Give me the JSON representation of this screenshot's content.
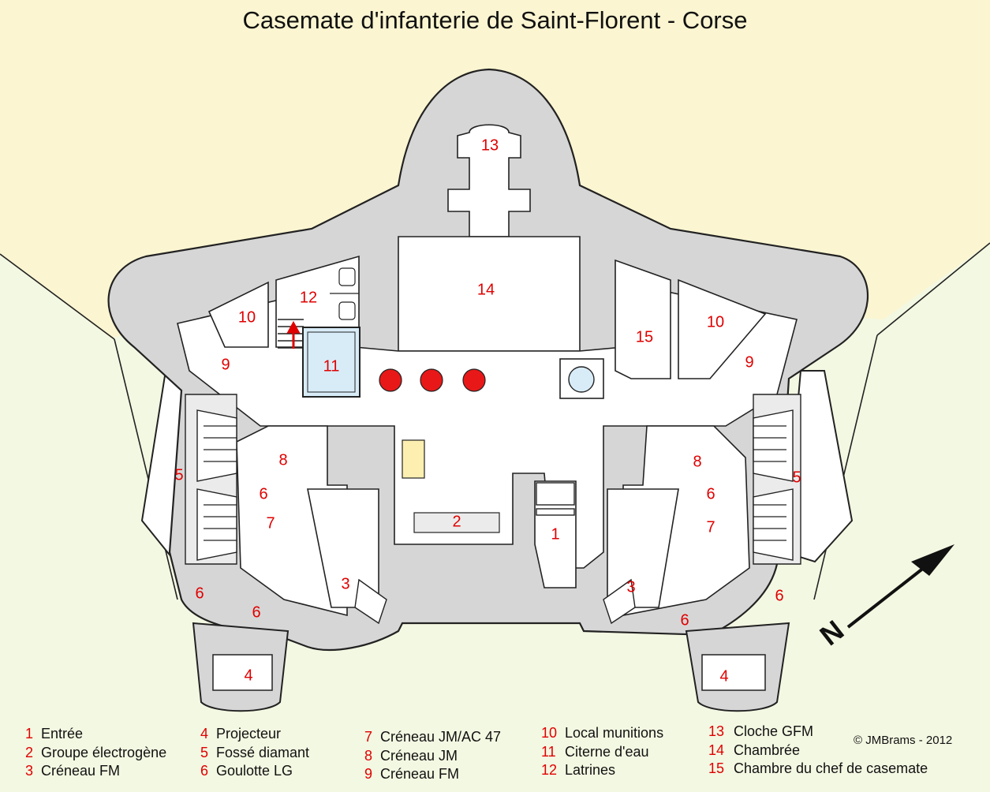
{
  "title": "Casemate d'infanterie de Saint-Florent  -  Corse",
  "copyright": "©  JMBrams  -  2012",
  "north_letter": "N",
  "colors": {
    "land_upper": "#fbf5d1",
    "land_lower": "#f3f8e2",
    "concrete": "#d6d6d6",
    "rooms": "#ffffff",
    "label": "#e00000",
    "cistern": "#d8ecf8",
    "marker": "#e81818",
    "generator_block": "#fcefb0"
  },
  "room_labels": [
    {
      "id": "1"
    },
    {
      "id": "2"
    },
    {
      "id": "3"
    },
    {
      "id": "3"
    },
    {
      "id": "4"
    },
    {
      "id": "4"
    },
    {
      "id": "5"
    },
    {
      "id": "5"
    },
    {
      "id": "6"
    },
    {
      "id": "6"
    },
    {
      "id": "6"
    },
    {
      "id": "6"
    },
    {
      "id": "6"
    },
    {
      "id": "6"
    },
    {
      "id": "7"
    },
    {
      "id": "7"
    },
    {
      "id": "8"
    },
    {
      "id": "8"
    },
    {
      "id": "9"
    },
    {
      "id": "9"
    },
    {
      "id": "10"
    },
    {
      "id": "10"
    },
    {
      "id": "11"
    },
    {
      "id": "12"
    },
    {
      "id": "13"
    },
    {
      "id": "14"
    },
    {
      "id": "15"
    }
  ],
  "legend": [
    [
      {
        "num": "1",
        "text": "Entrée"
      },
      {
        "num": "2",
        "text": "Groupe électrogène"
      },
      {
        "num": "3",
        "text": "Créneau FM"
      }
    ],
    [
      {
        "num": "4",
        "text": "Projecteur"
      },
      {
        "num": "5",
        "text": "Fossé diamant"
      },
      {
        "num": "6",
        "text": "Goulotte LG"
      }
    ],
    [
      {
        "num": "7",
        "text": "Créneau JM/AC 47"
      },
      {
        "num": "8",
        "text": "Créneau JM"
      },
      {
        "num": "9",
        "text": "Créneau FM"
      }
    ],
    [
      {
        "num": "10",
        "text": "Local munitions"
      },
      {
        "num": "11",
        "text": "Citerne d'eau"
      },
      {
        "num": "12",
        "text": "Latrines"
      }
    ],
    [
      {
        "num": "13",
        "text": "Cloche GFM"
      },
      {
        "num": "14",
        "text": "Chambrée"
      },
      {
        "num": "15",
        "text": "Chambre du chef de casemate"
      }
    ]
  ]
}
